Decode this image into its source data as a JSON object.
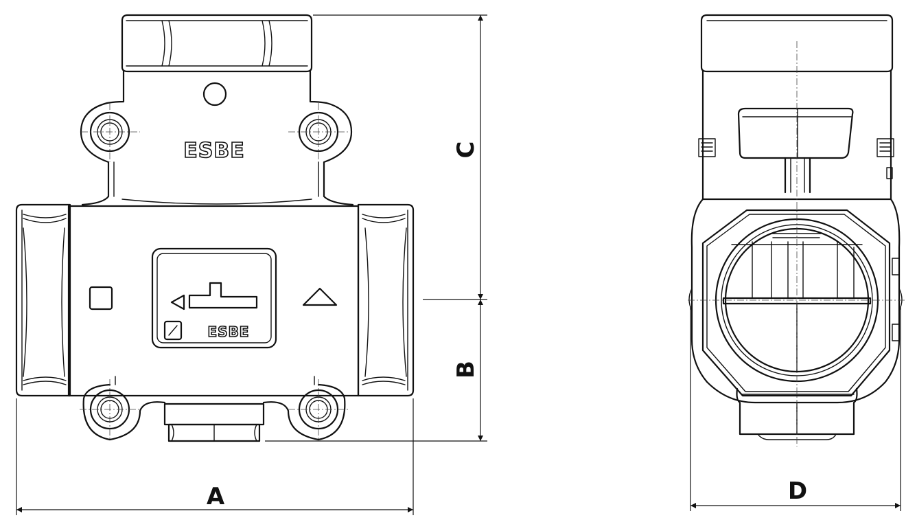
{
  "drawing": {
    "brand_main": "ESBE",
    "brand_plate": "ESBE",
    "dimensions": {
      "a": "A",
      "b": "B",
      "c": "C",
      "d": "D"
    }
  }
}
